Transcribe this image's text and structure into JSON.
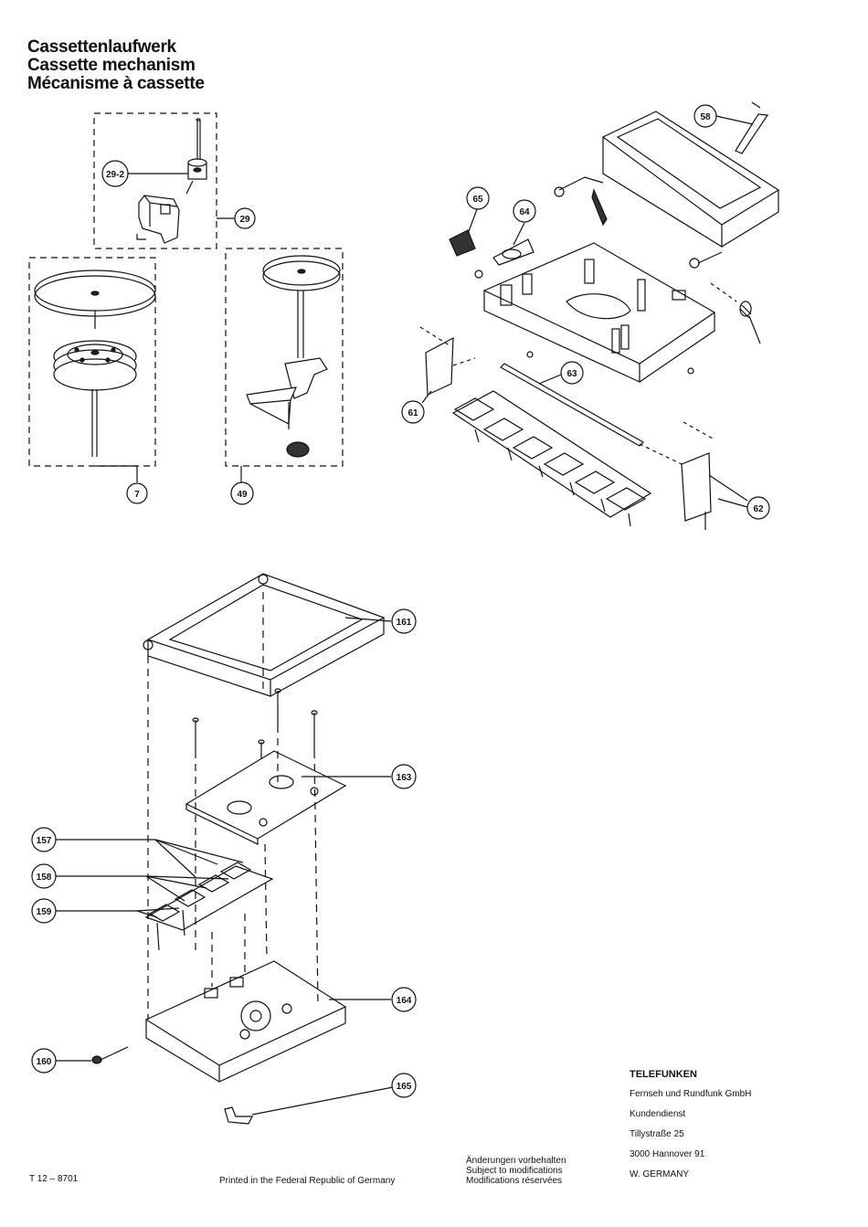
{
  "header": {
    "title_de": "Cassettenlaufwerk",
    "title_en": "Cassette mechanism",
    "title_fr": "Mécanisme à cassette"
  },
  "callouts": {
    "c29_2": "29-2",
    "c29": "29",
    "c7": "7",
    "c49": "49",
    "c58": "58",
    "c65": "65",
    "c64": "64",
    "c63": "63",
    "c61": "61",
    "c62": "62",
    "c161": "161",
    "c163": "163",
    "c157": "157",
    "c158": "158",
    "c159": "159",
    "c164": "164",
    "c160": "160",
    "c165": "165"
  },
  "footer": {
    "doc_number": "T 12 – 8701",
    "printed": "Printed in the Federal Republic of Germany",
    "modifications": [
      "Änderungen vorbehalten",
      "Subject to modifications",
      "Modifications réservées"
    ]
  },
  "company": {
    "name": "TELEFUNKEN",
    "lines": [
      "Fernseh und Rundfunk GmbH",
      "Kundendienst",
      "Tillystraße 25",
      "3000 Hannover 91",
      "W. GERMANY"
    ]
  }
}
